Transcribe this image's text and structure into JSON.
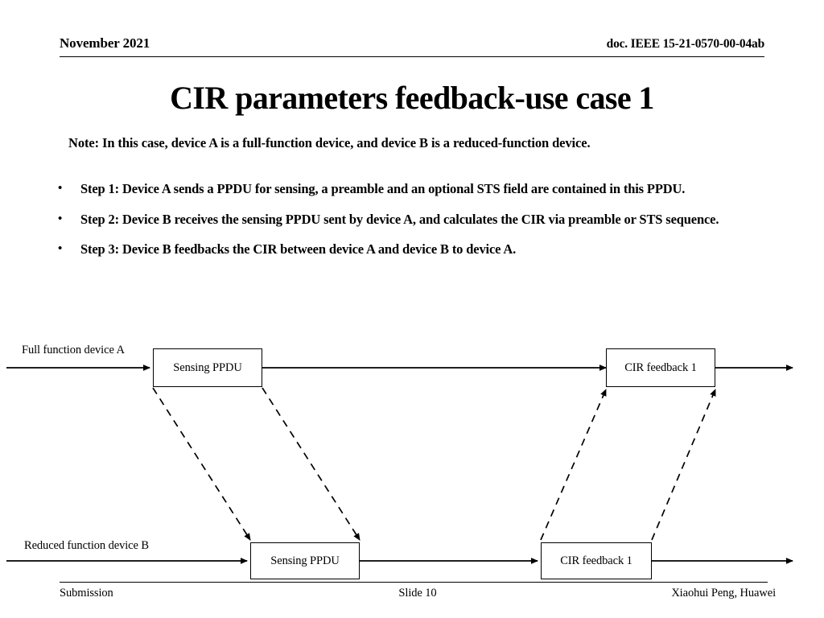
{
  "header": {
    "date": "November 2021",
    "doc_id": "doc. IEEE 15-21-0570-00-04ab"
  },
  "title": "CIR parameters feedback-use case 1",
  "note": "Note: In this case, device A is a full-function device, and device B is a reduced-function device.",
  "bullets": [
    {
      "marker": "•",
      "text": "Step 1: Device A sends a PPDU for sensing, a preamble and an optional STS field are contained in this PPDU."
    },
    {
      "marker": "•",
      "text": "Step 2: Device B receives the sensing PPDU sent by device A, and calculates the CIR via preamble or STS sequence."
    },
    {
      "marker": "•",
      "text": "Step 3: Device B feedbacks the CIR between device A and device B to device A."
    }
  ],
  "diagram": {
    "timeline_a_label": "Full function device A",
    "timeline_b_label": "Reduced function device B",
    "boxes": {
      "top_left": "Sensing PPDU",
      "top_right": "CIR feedback 1",
      "bottom_left": "Sensing PPDU",
      "bottom_right": "CIR feedback 1"
    }
  },
  "footer": {
    "left": "Submission",
    "center": "Slide 10",
    "right": "Xiaohui Peng, Huawei"
  }
}
